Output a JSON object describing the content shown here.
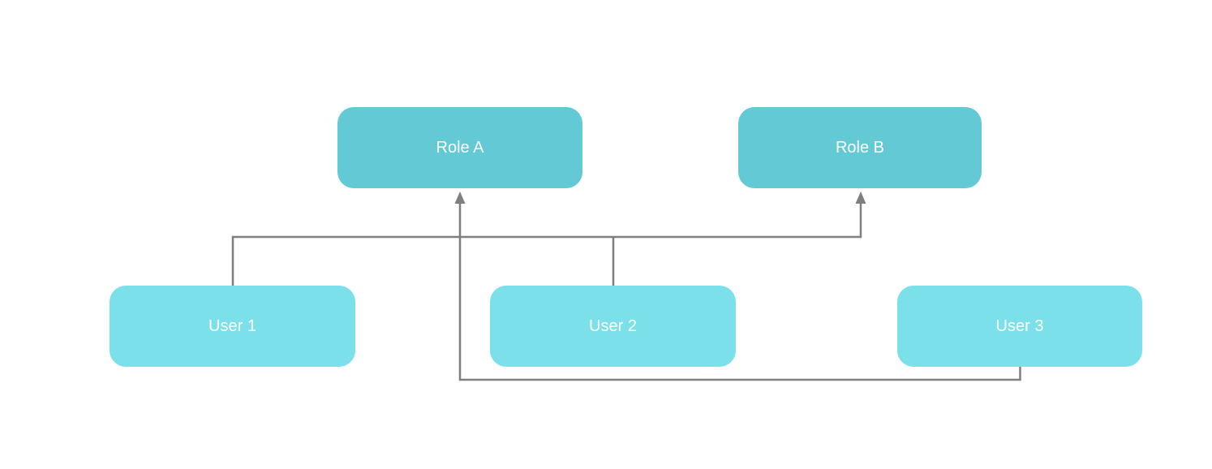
{
  "diagram": {
    "background_color": "#ffffff",
    "connector_color": "#7f7f7f",
    "arrow_style": "filled-triangle",
    "nodes": [
      {
        "id": "role-a",
        "label": "Role A",
        "kind": "role",
        "fill": "#63C9D4",
        "text_color": "#ffffff"
      },
      {
        "id": "role-b",
        "label": "Role B",
        "kind": "role",
        "fill": "#63C9D4",
        "text_color": "#ffffff"
      },
      {
        "id": "user-1",
        "label": "User 1",
        "kind": "user",
        "fill": "#7CE0EA",
        "text_color": "#ffffff"
      },
      {
        "id": "user-2",
        "label": "User 2",
        "kind": "user",
        "fill": "#7CE0EA",
        "text_color": "#ffffff"
      },
      {
        "id": "user-3",
        "label": "User 3",
        "kind": "user",
        "fill": "#7CE0EA",
        "text_color": "#ffffff"
      }
    ],
    "edges": [
      {
        "from": "User 1",
        "to": "Role B",
        "arrow_at": "Role B"
      },
      {
        "from": "User 2",
        "to": "Role B",
        "arrow_at": "Role B"
      },
      {
        "from": "User 3",
        "to": "Role A",
        "arrow_at": "Role A"
      }
    ]
  }
}
